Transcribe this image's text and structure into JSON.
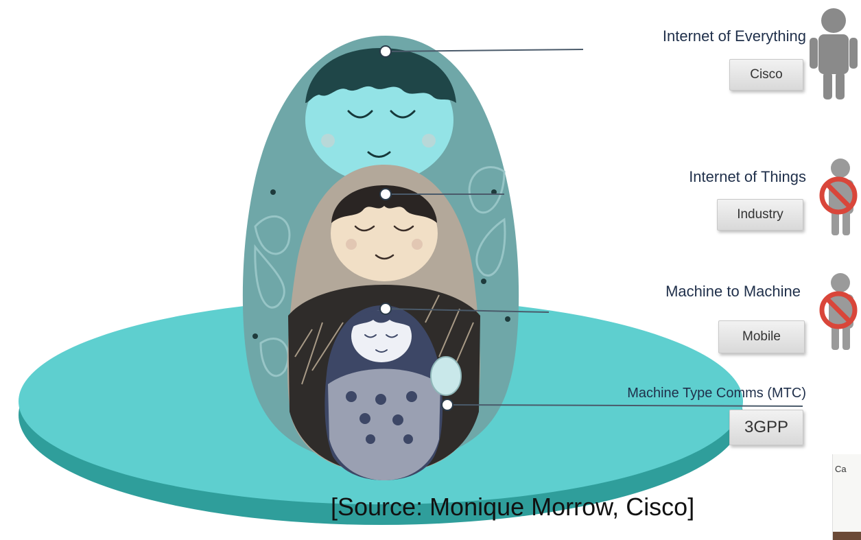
{
  "layers": [
    {
      "label": "Internet of Everything",
      "badge": "Cisco",
      "status": "person-icon"
    },
    {
      "label": "Internet of Things",
      "badge": "Industry",
      "status": "person-blocked-icon"
    },
    {
      "label": "Machine to Machine",
      "badge": "Mobile",
      "status": "person-blocked-icon"
    },
    {
      "label": "Machine Type Comms (MTC)",
      "badge": "3GPP",
      "status": ""
    }
  ],
  "source": "[Source: Monique Morrow, Cisco]",
  "cutoff_text": "Ca",
  "colors": {
    "platform": "#5ecfcf",
    "outer_doll": "#6fa7a8",
    "outer_face": "#93e3e6",
    "middle_doll": "#b3a89a",
    "middle_face": "#f1dfc6",
    "inner_doll": "#3d4766",
    "inner_face": "#eef0f6",
    "label_text": "#1f2f4a"
  }
}
